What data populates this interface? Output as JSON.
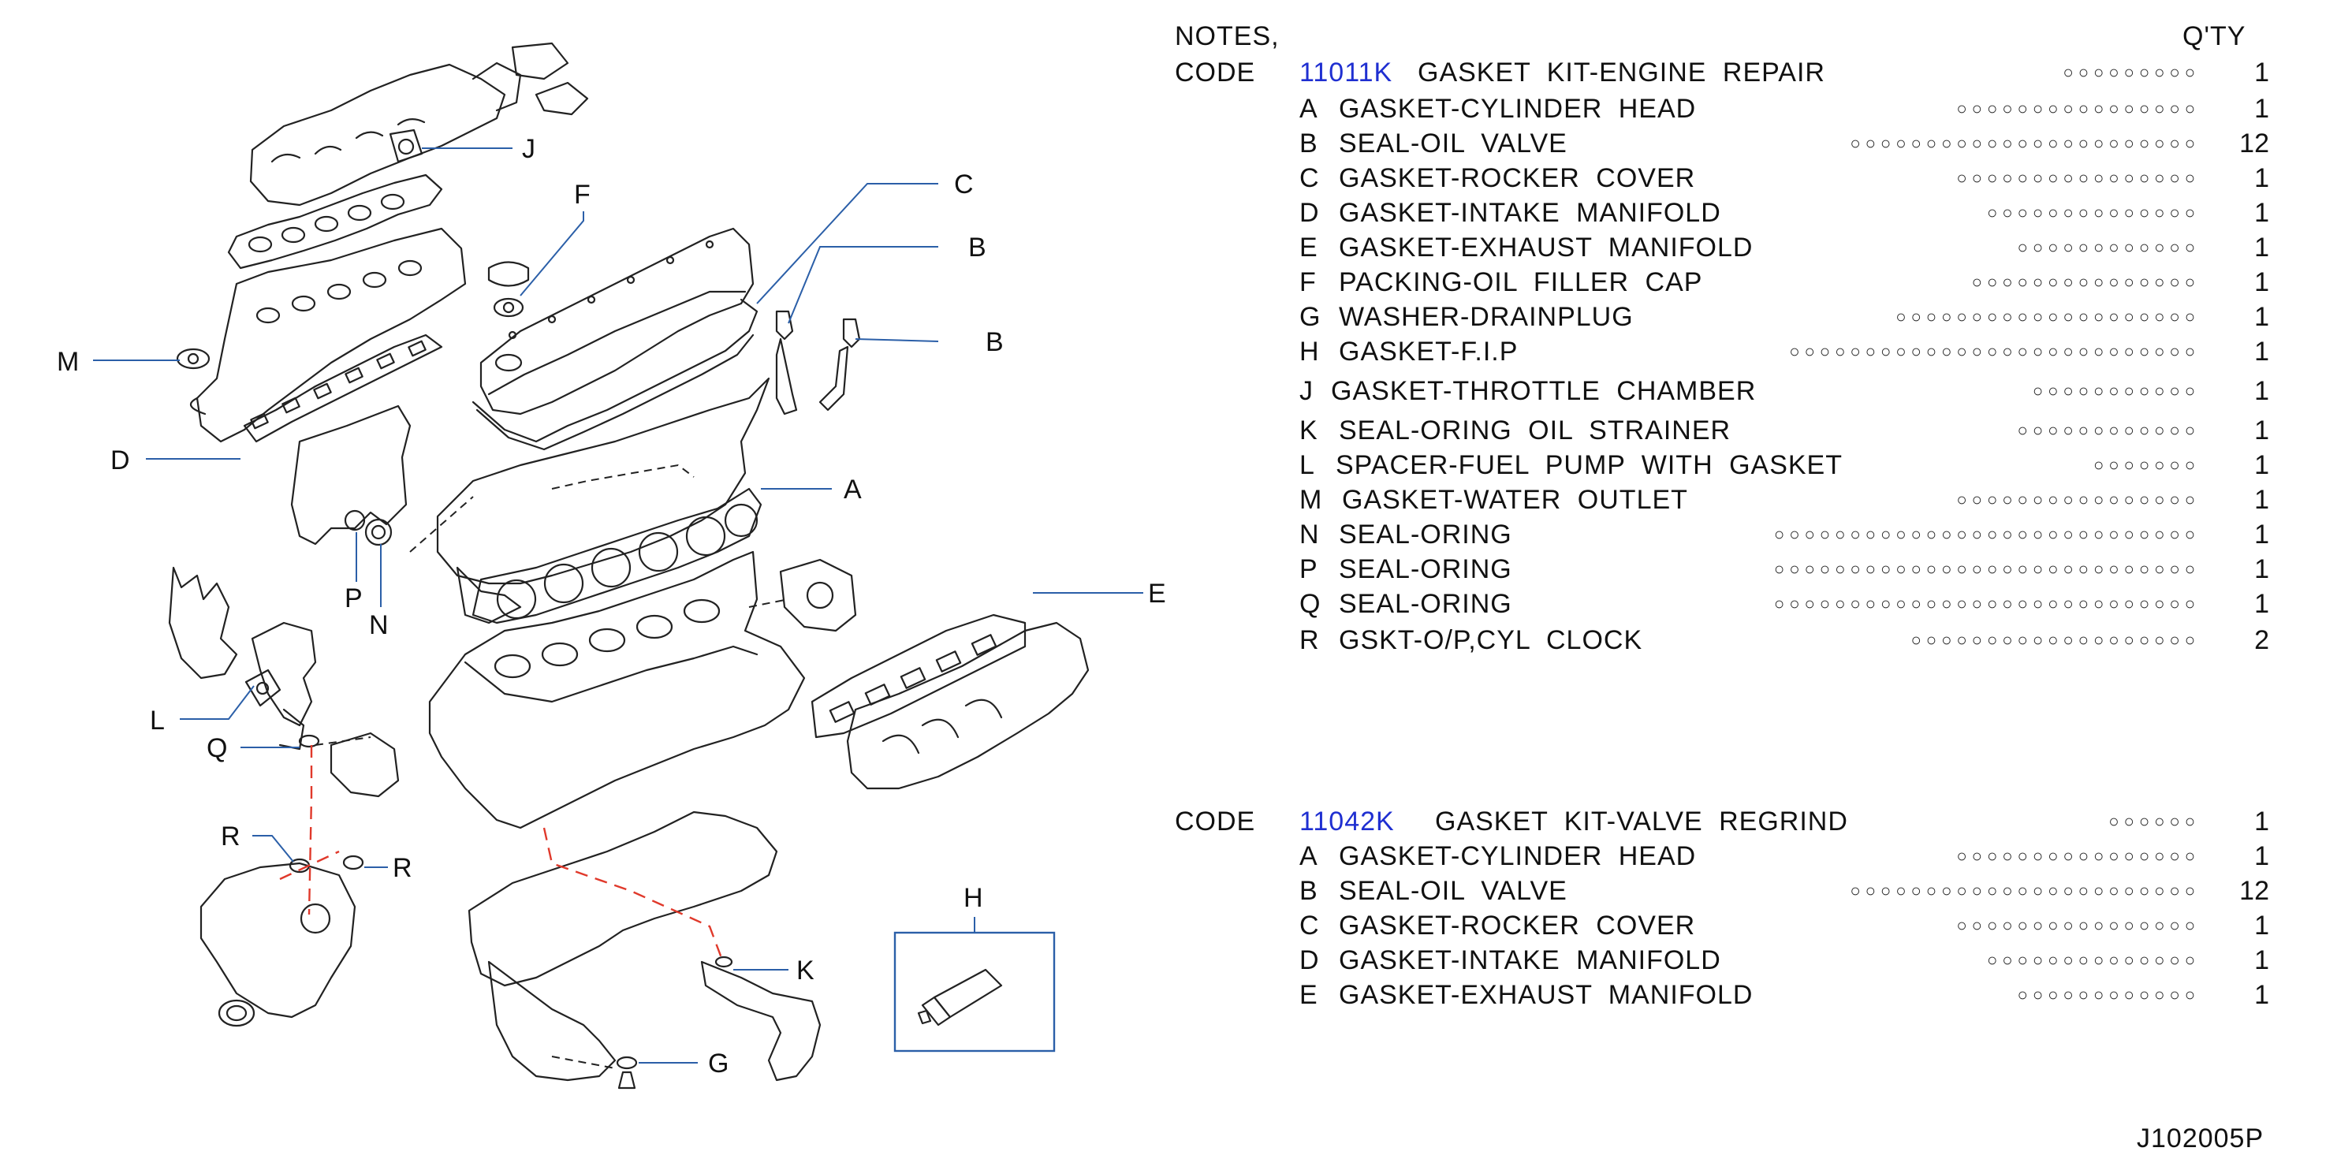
{
  "notes_label": "NOTES,",
  "qty_header": "Q'TY",
  "kits": [
    {
      "code_label": "CODE",
      "code": "11011K",
      "name": "GASKET KIT-ENGINE REPAIR",
      "qty": "1",
      "items": [
        {
          "letter": "A",
          "name": "GASKET-CYLINDER HEAD",
          "qty": "1"
        },
        {
          "letter": "B",
          "name": "SEAL-OIL VALVE",
          "qty": "12"
        },
        {
          "letter": "C",
          "name": "GASKET-ROCKER COVER",
          "qty": "1"
        },
        {
          "letter": "D",
          "name": "GASKET-INTAKE MANIFOLD",
          "qty": "1"
        },
        {
          "letter": "E",
          "name": "GASKET-EXHAUST MANIFOLD",
          "qty": "1"
        },
        {
          "letter": "F",
          "name": "PACKING-OIL FILLER CAP",
          "qty": "1"
        },
        {
          "letter": "G",
          "name": "WASHER-DRAINPLUG",
          "qty": "1"
        },
        {
          "letter": "H",
          "name": "GASKET-F.I.P",
          "qty": "1"
        },
        {
          "letter": "J",
          "name": "GASKET-THROTTLE CHAMBER",
          "qty": "1"
        },
        {
          "letter": "K",
          "name": "SEAL-ORING OIL STRAINER",
          "qty": "1"
        },
        {
          "letter": "L",
          "name": "SPACER-FUEL PUMP WITH GASKET",
          "qty": "1"
        },
        {
          "letter": "M",
          "name": "GASKET-WATER OUTLET",
          "qty": "1"
        },
        {
          "letter": "N",
          "name": "SEAL-ORING",
          "qty": "1"
        },
        {
          "letter": "P",
          "name": "SEAL-ORING",
          "qty": "1"
        },
        {
          "letter": "Q",
          "name": "SEAL-ORING",
          "qty": "1"
        },
        {
          "letter": "R",
          "name": "GSKT-O/P,CYL CLOCK",
          "qty": "2"
        }
      ]
    },
    {
      "code_label": "CODE",
      "code": "11042K",
      "name": "GASKET KIT-VALVE REGRIND",
      "qty": "1",
      "items": [
        {
          "letter": "A",
          "name": "GASKET-CYLINDER HEAD",
          "qty": "1"
        },
        {
          "letter": "B",
          "name": "SEAL-OIL VALVE",
          "qty": "12"
        },
        {
          "letter": "C",
          "name": "GASKET-ROCKER COVER",
          "qty": "1"
        },
        {
          "letter": "D",
          "name": "GASKET-INTAKE MANIFOLD",
          "qty": "1"
        },
        {
          "letter": "E",
          "name": "GASKET-EXHAUST MANIFOLD",
          "qty": "1"
        }
      ]
    }
  ],
  "diagram": {
    "callouts": [
      {
        "id": "J",
        "text": "J"
      },
      {
        "id": "F",
        "text": "F"
      },
      {
        "id": "C",
        "text": "C"
      },
      {
        "id": "B1",
        "text": "B"
      },
      {
        "id": "B2",
        "text": "B"
      },
      {
        "id": "M",
        "text": "M"
      },
      {
        "id": "D",
        "text": "D"
      },
      {
        "id": "A",
        "text": "A"
      },
      {
        "id": "P",
        "text": "P"
      },
      {
        "id": "N",
        "text": "N"
      },
      {
        "id": "E",
        "text": "E"
      },
      {
        "id": "L",
        "text": "L"
      },
      {
        "id": "Q",
        "text": "Q"
      },
      {
        "id": "R1",
        "text": "R"
      },
      {
        "id": "R2",
        "text": "R"
      },
      {
        "id": "H",
        "text": "H"
      },
      {
        "id": "K",
        "text": "K"
      },
      {
        "id": "G",
        "text": "G"
      }
    ]
  },
  "drawing_number": "J102005P",
  "colors": {
    "code": "#1f2fd1",
    "leader": "#2b5fa8",
    "seal_dash": "#e0392b"
  }
}
